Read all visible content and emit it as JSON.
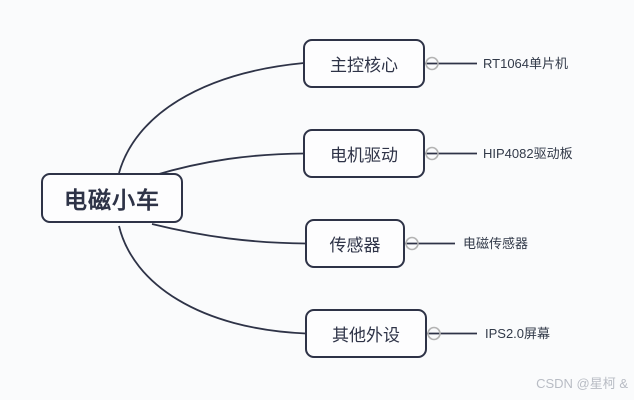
{
  "root": {
    "label": "电磁小车"
  },
  "branches": [
    {
      "label": "主控核心",
      "leaf": "RT1064单片机"
    },
    {
      "label": "电机驱动",
      "leaf": "HIP4082驱动板"
    },
    {
      "label": "传感器",
      "leaf": "电磁传感器"
    },
    {
      "label": "其他外设",
      "leaf": "IPS2.0屏幕"
    }
  ],
  "icons": {
    "collapse_toggle": "minus-circle"
  },
  "colors": {
    "background": "#fafbfc",
    "node_border": "#2e3347",
    "node_fill": "#fdfdfe",
    "node_text": "#2e3347",
    "leaf_text": "#323a49",
    "toggle_stroke": "#b3b3b3",
    "watermark_text": "#b8bcc4"
  },
  "watermark": {
    "text": "CSDN @星柯 &"
  }
}
